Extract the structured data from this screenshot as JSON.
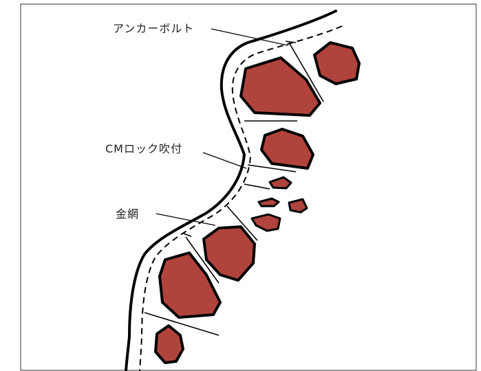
{
  "labels": {
    "anchor_bolt": "アンカーボルト",
    "cm_rock_spray": "CMロック吹付",
    "wire_mesh": "金網"
  },
  "colors": {
    "rock_fill": "#b0443c",
    "outline": "#000000",
    "frame_border": "#555555",
    "background": "#ffffff"
  }
}
